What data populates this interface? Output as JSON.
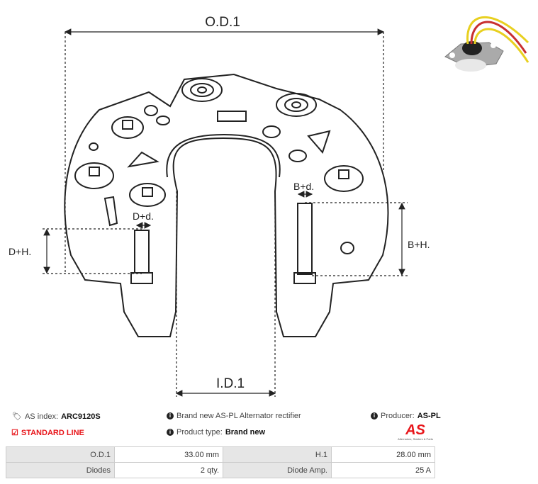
{
  "diagram": {
    "od": "O.D.1",
    "id": "I.D.1",
    "dh": "D+H.",
    "dd": "D+d.",
    "bd": "B+d.",
    "bh": "B+H."
  },
  "info": {
    "as_index_label": "AS index:",
    "as_index_value": "ARC9120S",
    "standard_line": "STANDARD LINE",
    "description": "Brand new AS-PL Alternator rectifier",
    "product_type_label": "Product type:",
    "product_type_value": "Brand new",
    "producer_label": "Producer:",
    "producer_value": "AS-PL",
    "logo_text": "AS",
    "logo_tagline": "Alternators, Starters & Parts"
  },
  "specs": [
    {
      "l1": "O.D.1",
      "v1": "33.00 mm",
      "l2": "H.1",
      "v2": "28.00 mm"
    },
    {
      "l1": "Diodes",
      "v1": "2 qty.",
      "l2": "Diode Amp.",
      "v2": "25 A"
    }
  ],
  "colors": {
    "accent": "#e8161b"
  }
}
